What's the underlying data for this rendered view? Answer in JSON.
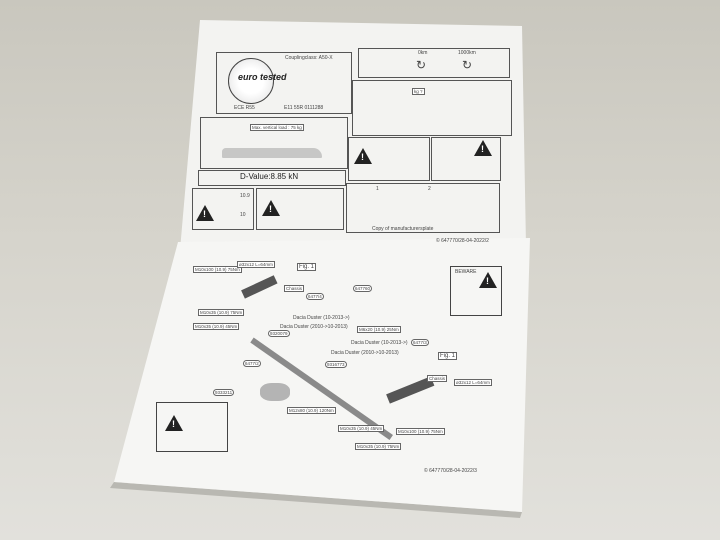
{
  "top_page": {
    "logo": "euro tested",
    "ece": "ECE R55",
    "coupling_class": "Couplingclass: A50-X",
    "approval": "E11 55R 0111288",
    "max_vertical_load": "Max. vertical load : 75 kg",
    "d_value": "D-Value:8.85 kN",
    "torque_top": "0km",
    "torque_km": "1000km",
    "kg_label": "kg ?",
    "bolt_grade": "10.9",
    "nut_grade": "10",
    "step1": "1",
    "step2": "2",
    "copy_plate": "Copy of manufacturersplate",
    "footer": "© 647770/28-04-2022/2"
  },
  "bottom_page": {
    "fig1_a": "Fig. 1",
    "fig1_b": "Fig. 1",
    "labels": [
      "M10x100 (10.9) 75Nm",
      "ø32x12 L=64mm",
      "Chassis",
      "6477/4",
      "647760",
      "M10x35 (10.9) 75Nm",
      "M10x35 (10.9) 45Nm",
      "Dacia Duster (10-2013->)",
      "Dacia Duster (2010->10-2013)",
      "9320079",
      "M6x20 (10.9) 25Nm",
      "Dacia Duster (10-2013->)",
      "Dacia Duster (2010->10-2013)",
      "6477/3",
      "9316773",
      "6477/2",
      "9333211",
      "M12x80 (10.9) 120Nm",
      "Chassis",
      "ø32x12 L=64mm",
      "M10x35 (10.9) 45Nm",
      "M10x35 (10.9) 75Nm",
      "M10x100 (10.9) 75Nm"
    ],
    "warning_title": "BEWARE",
    "footer": "© 647770/28-04-2022/3"
  }
}
